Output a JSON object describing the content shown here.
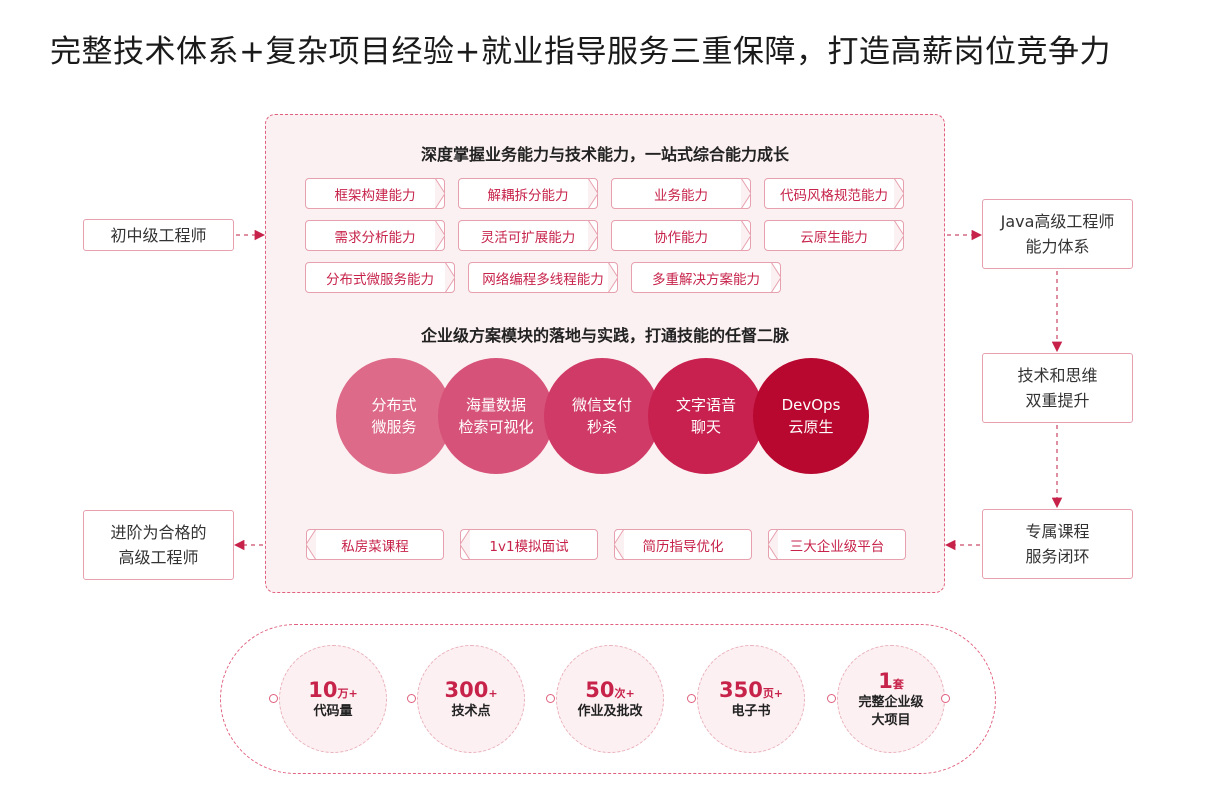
{
  "headline": "完整技术体系+复杂项目经验+就业指导服务三重保障，打造高薪岗位竞争力",
  "panel": {
    "title_top": "深度掌握业务能力与技术能力，一站式综合能力成长",
    "title_mid": "企业级方案模块的落地与实践，打通技能的任督二脉",
    "skills": [
      "框架构建能力",
      "解耦拆分能力",
      "业务能力",
      "代码风格规范能力",
      "需求分析能力",
      "灵活可扩展能力",
      "协作能力",
      "云原生能力",
      "分布式微服务能力",
      "网络编程多线程能力",
      "多重解决方案能力"
    ],
    "modules": [
      {
        "line1": "分布式",
        "line2": "微服务",
        "color": "#dc6a88"
      },
      {
        "line1": "海量数据",
        "line2": "检索可视化",
        "color": "#d65279"
      },
      {
        "line1": "微信支付",
        "line2": "秒杀",
        "color": "#cf3a66"
      },
      {
        "line1": "文字语音",
        "line2": "聊天",
        "color": "#c8214f"
      },
      {
        "line1": "DevOps",
        "line2": "云原生",
        "color": "#b8082f"
      }
    ],
    "services": [
      "私房菜课程",
      "1v1模拟面试",
      "简历指导优化",
      "三大企业级平台"
    ]
  },
  "left": {
    "start": "初中级工程师",
    "end_line1": "进阶为合格的",
    "end_line2": "高级工程师"
  },
  "right": {
    "box1_line1": "Java高级工程师",
    "box1_line2": "能力体系",
    "box2_line1": "技术和思维",
    "box2_line2": "双重提升",
    "box3_line1": "专属课程",
    "box3_line2": "服务闭环"
  },
  "stats": [
    {
      "num": "10",
      "unit": "万+",
      "label": "代码量"
    },
    {
      "num": "300",
      "unit": "+",
      "label": "技术点"
    },
    {
      "num": "50",
      "unit": "次+",
      "label": "作业及批改"
    },
    {
      "num": "350",
      "unit": "页+",
      "label": "电子书"
    },
    {
      "num": "1",
      "unit": "套",
      "label": "完整企业级",
      "label2": "大项目"
    }
  ],
  "colors": {
    "accent": "#c7234a",
    "dash": "#e0607e",
    "panel_bg": "#fcf1f2"
  }
}
